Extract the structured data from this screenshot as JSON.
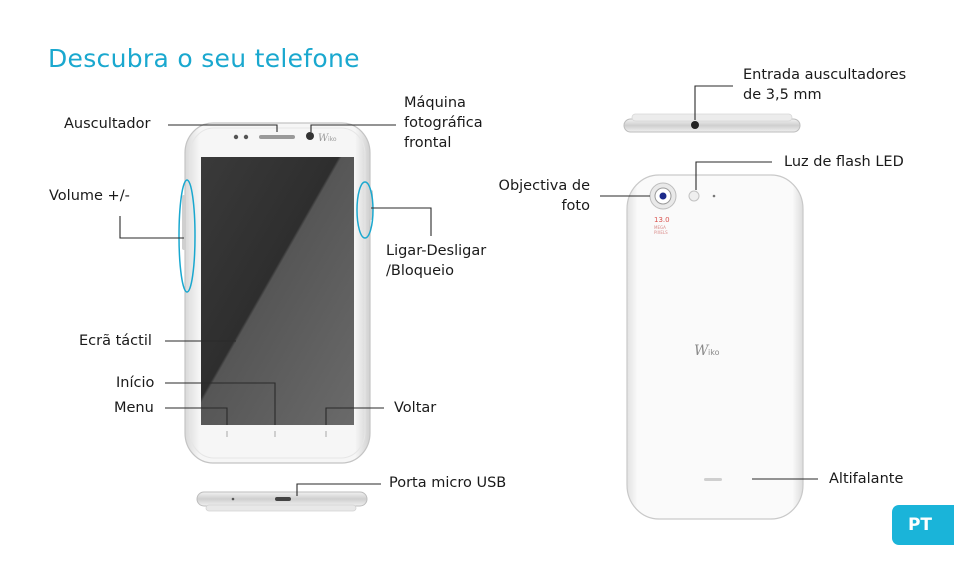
{
  "page": {
    "title": "Descubra o seu telefone",
    "lang_badge": "PT"
  },
  "labels": {
    "earpiece": "Auscultador",
    "front_camera": "Máquina\nfotográfica\nfrontal",
    "volume": "Volume +/-",
    "power": "Ligar-Desligar\n/Bloqueio",
    "touchscreen": "Ecrã táctil",
    "home": "Início",
    "menu": "Menu",
    "back": "Voltar",
    "micro_usb": "Porta micro USB",
    "headphone_jack": "Entrada auscultadores\nde 3,5 mm",
    "flash": "Luz de flash LED",
    "rear_camera": "Objectiva de\nfoto",
    "speaker": "Altifalante"
  },
  "device": {
    "brand_logo": "Wiko",
    "camera_badge": "13.0\nMEGA\nPIXELS"
  },
  "colors": {
    "accent": "#1aa8cf",
    "badge": "#1ab4d9",
    "leader": "#2a2a2a",
    "screen": "#2b2b2b"
  }
}
